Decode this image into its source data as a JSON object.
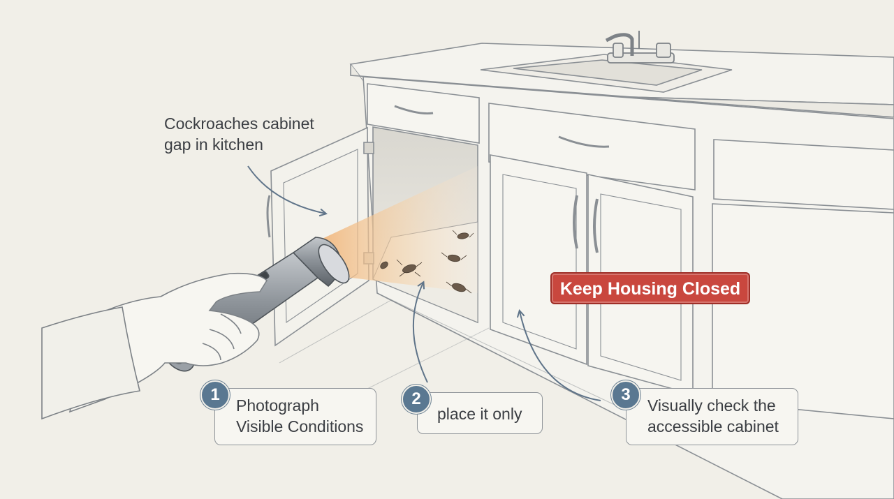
{
  "annotation": {
    "line1": "Cockroaches cabinet",
    "line2": "gap in kitchen"
  },
  "warning": {
    "label": "Keep Housing Closed",
    "color": "#c9473e"
  },
  "steps": [
    {
      "number": "1",
      "line1": "Photograph",
      "line2": "Visible Conditions"
    },
    {
      "number": "2",
      "line1": "place it only"
    },
    {
      "number": "3",
      "line1": "Visually check the",
      "line2": "accessible cabinet"
    }
  ],
  "colors": {
    "background": "#f1efe8",
    "line": "#8a8f94",
    "step_badge": "#5a7891",
    "light_beam": "#f2c28e"
  },
  "icons": [
    "flashlight-icon",
    "hand-icon",
    "cockroach-icon",
    "faucet-icon",
    "sink-icon"
  ]
}
